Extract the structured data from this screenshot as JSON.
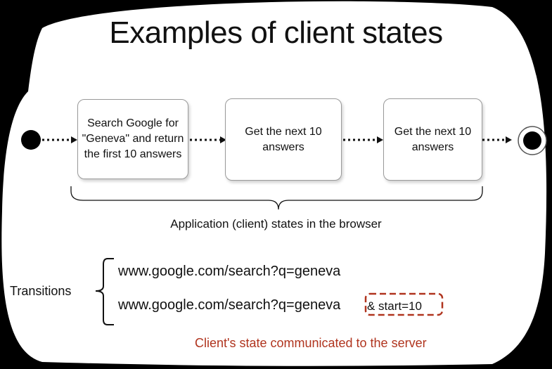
{
  "title": "Examples of client states",
  "states": [
    "Search Google for\n\"Geneva\" and return\nthe first 10 answers",
    "Get the next 10\nanswers",
    "Get the next 10\nanswers"
  ],
  "caption": "Application (client) states in the browser",
  "transitions": {
    "label": "Transitions",
    "url1": "www.google.com/search?q=geneva",
    "url2": "www.google.com/search?q=geneva",
    "param": "& start=10"
  },
  "note": "Client's state communicated to the server",
  "colors": {
    "background": "#000000",
    "panel": "#ffffff",
    "box_border": "#9a9a9a",
    "highlight": "#b0341e"
  }
}
